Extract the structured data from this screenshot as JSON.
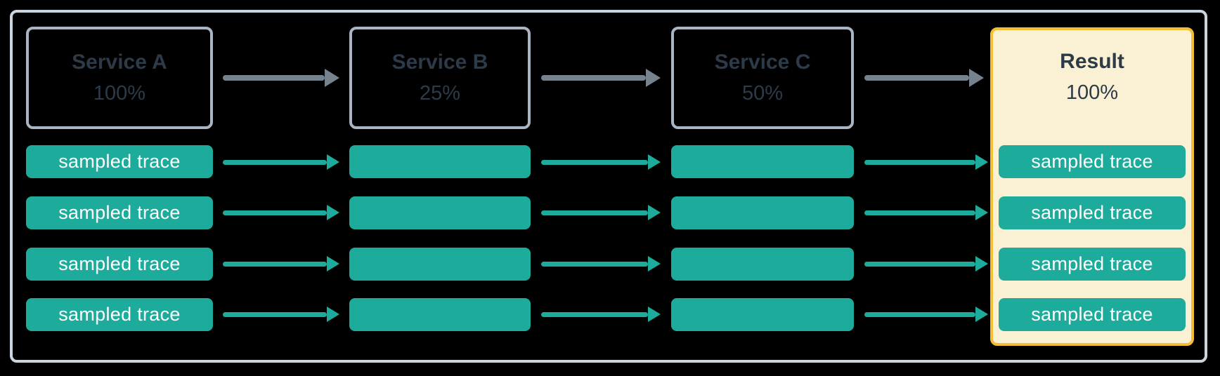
{
  "diagram": {
    "services": [
      {
        "name": "Service A",
        "rate": "100%"
      },
      {
        "name": "Service B",
        "rate": "25%"
      },
      {
        "name": "Service C",
        "rate": "50%"
      }
    ],
    "result": {
      "name": "Result",
      "rate": "100%"
    },
    "trace_label": "sampled trace",
    "row_count": 4,
    "colors": {
      "trace_green": "#1dac9c",
      "arrow_gray": "#76838f",
      "service_border_gray": "#aab5c3",
      "frame_border": "#cbd5e0",
      "result_border_yellow": "#f3be31",
      "result_background_cream": "#faf0d3",
      "text_dark_slate": "#2d3a48",
      "trace_text": "#ffffff",
      "background": "#000000"
    }
  }
}
